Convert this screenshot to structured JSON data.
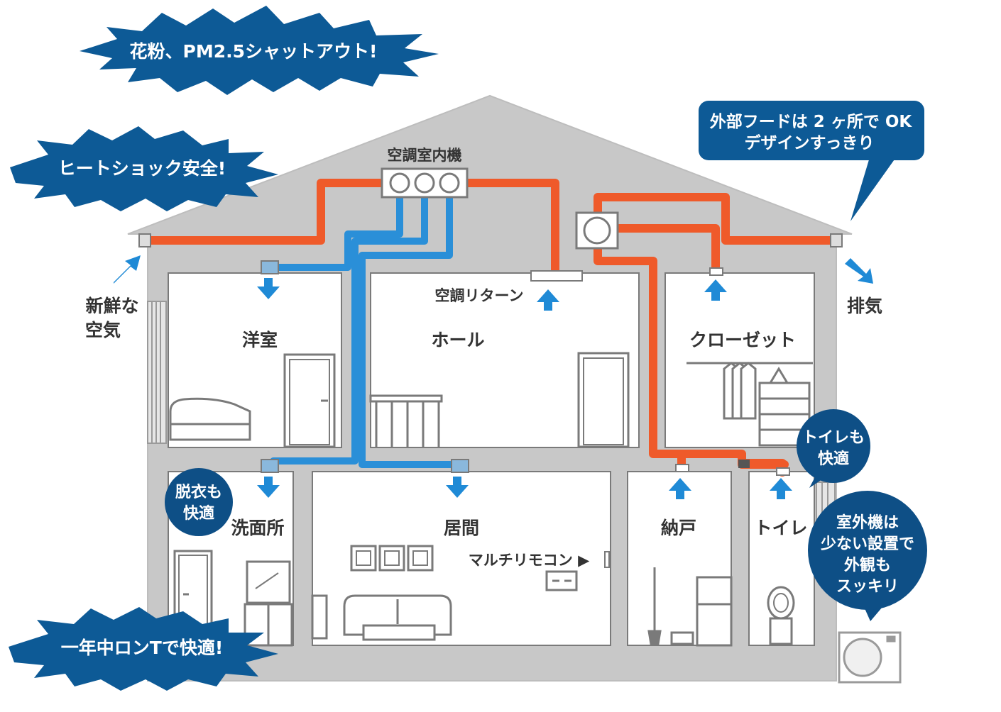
{
  "colors": {
    "house": "#c8c8c8",
    "room_fill": "#ffffff",
    "room_stroke": "#7a7a7a",
    "warm_duct": "#ef5a2a",
    "cool_duct": "#2a8fd8",
    "accent_navy": "#0d5a96",
    "badge_navy": "#0e4f86",
    "text_dark": "#333333"
  },
  "bursts": {
    "pollen": "花粉、PM2.5シャットアウト!",
    "heatshock": "ヒートショック安全!",
    "tshirt": "一年中ロンTで快適!"
  },
  "callouts": {
    "hood_line1": "外部フードは 2 ヶ所で OK",
    "hood_line2": "デザインすっきり"
  },
  "badges": {
    "toilet": [
      "トイレも",
      "快適"
    ],
    "undress": [
      "脱衣も",
      "快適"
    ],
    "outdoor": [
      "室外機は",
      "少ない設置で",
      "外観も",
      "スッキリ"
    ]
  },
  "labels": {
    "indoor_unit": "空調室内機",
    "fresh_air_1": "新鮮な",
    "fresh_air_2": "空気",
    "exhaust": "排気",
    "return": "空調リターン",
    "multi_remote": "マルチリモコン ▶"
  },
  "rooms": {
    "western": "洋室",
    "hall": "ホール",
    "closet": "クローゼット",
    "washroom": "洗面所",
    "living": "居間",
    "storage": "納戸",
    "toilet": "トイレ"
  }
}
